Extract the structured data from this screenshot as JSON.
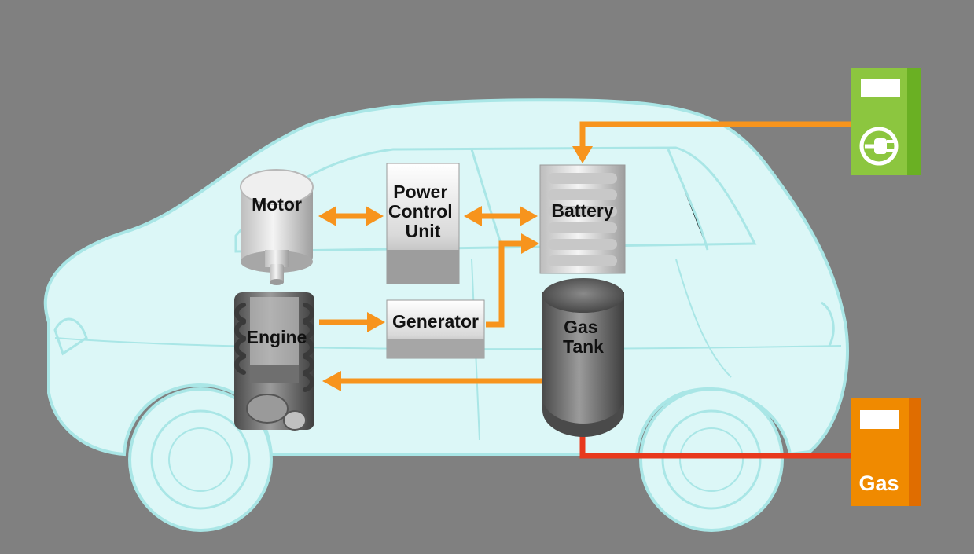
{
  "components": {
    "motor": "Motor",
    "pcu": [
      "Power",
      "Control",
      "Unit"
    ],
    "battery": "Battery",
    "engine": "Engine",
    "generator": "Generator",
    "gas_tank": [
      "Gas",
      "Tank"
    ]
  },
  "stations": {
    "electric": {
      "label": "",
      "icon": "plug-icon",
      "color": "#8cc63f"
    },
    "gas": {
      "label": "Gas",
      "color": "#f08a00"
    }
  },
  "colors": {
    "background": "#808080",
    "car_body": "#dcf7f7",
    "car_outline": "#a9e6e6",
    "power_arrow": "#f7941d",
    "fuel_arrow": "#e8391d"
  }
}
